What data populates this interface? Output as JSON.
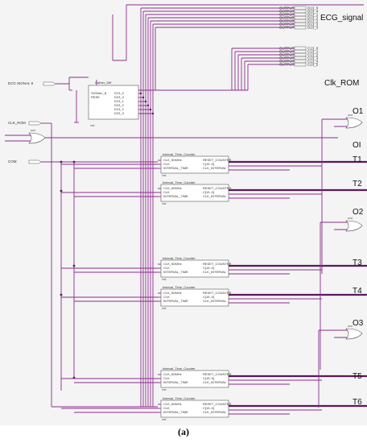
{
  "schematic": {
    "title_ecg": "ECG_signal",
    "title_clk": "Clk_ROM",
    "input_ecg": "ECG SIGNAL 9",
    "input_clk": "CLK_ROM",
    "input_com": "COM",
    "gate_name": "and",
    "diff_block": {
      "name": "Gather_Diff",
      "signal": "SIGNAL_8",
      "reset": "RESE",
      "outputs": [
        "D13_0",
        "D23_4",
        "D13_1",
        "D23_2",
        "D13_2",
        "D23_3"
      ],
      "inst": "inst"
    },
    "bus_ecg": [
      "D13_0",
      "D23_4",
      "D13_1",
      "D23_2",
      "D13_2",
      "D13_3",
      "D23_3"
    ],
    "bus_clk": [
      "C13_0",
      "C23_1",
      "C13_2",
      "C23_3",
      "C13_4",
      "C23_5"
    ],
    "outputs": [
      "O1",
      "OI",
      "T1",
      "T2",
      "O2",
      "T3",
      "T4",
      "O3",
      "T5",
      "T6"
    ],
    "counter": {
      "title": "Interval_Time_Counter",
      "left": [
        "CLK_50MHz",
        "CLK",
        "INTERVAL_TIME"
      ],
      "right": [
        "RESET_COUNTER",
        "C[15..0]",
        "CLK_INTERVAL"
      ],
      "inst": "inst"
    }
  },
  "caption": {
    "label": "(a)"
  },
  "colors": {
    "wire": "#8b2c8b",
    "bus": "#5a1a5a",
    "block": "#ffffff"
  }
}
